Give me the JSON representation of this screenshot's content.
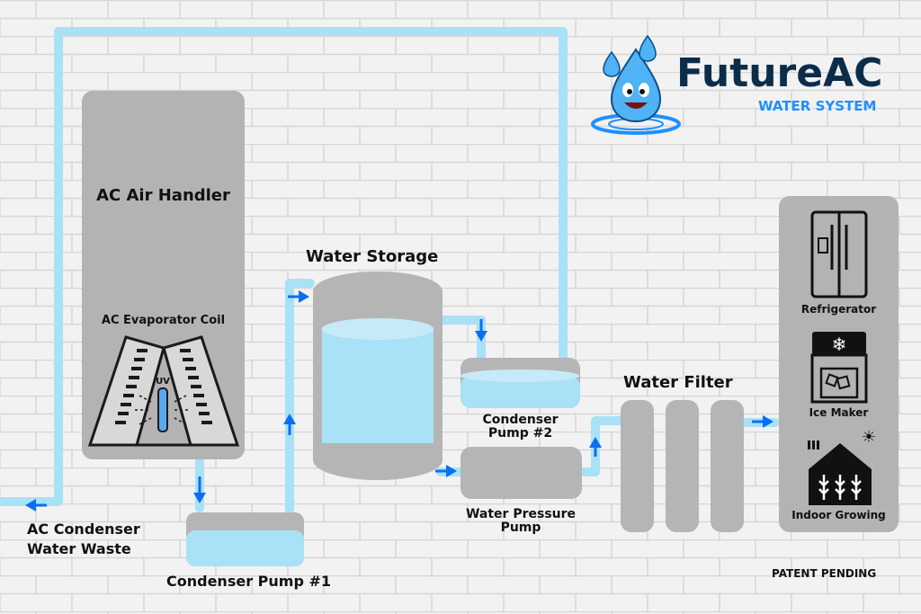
{
  "brand": {
    "name": "FutureAC",
    "tagline": "WATER SYSTEM",
    "color_dark": "#0b2d4a",
    "color_accent": "#1e90ff"
  },
  "colors": {
    "pipe": "#a9e1f7",
    "tank": "#b5b5b5",
    "water": "#a9e1f7",
    "arrow": "#0a6ef0",
    "panel": "#b3b3b3",
    "wall": "#f1f1f1"
  },
  "labels": {
    "air_handler": "AC Air Handler",
    "evaporator_coil": "AC Evaporator Coil",
    "uv": "UV",
    "water_storage": "Water Storage",
    "condenser_pump_1": "Condenser Pump #1",
    "condenser_pump_2_line1": "Condenser",
    "condenser_pump_2_line2": "Pump #2",
    "pressure_pump_line1": "Water Pressure",
    "pressure_pump_line2": "Pump",
    "water_filter": "Water Filter",
    "waste_line1": "AC Condenser",
    "waste_line2": "Water Waste",
    "refrigerator": "Refrigerator",
    "ice_maker": "Ice Maker",
    "indoor_growing": "Indoor Growing",
    "patent": "PATENT PENDING"
  },
  "icons": [
    "water-drop-mascot-icon",
    "refrigerator-icon",
    "snowflake-icon",
    "ice-maker-icon",
    "greenhouse-icon",
    "sun-icon"
  ]
}
